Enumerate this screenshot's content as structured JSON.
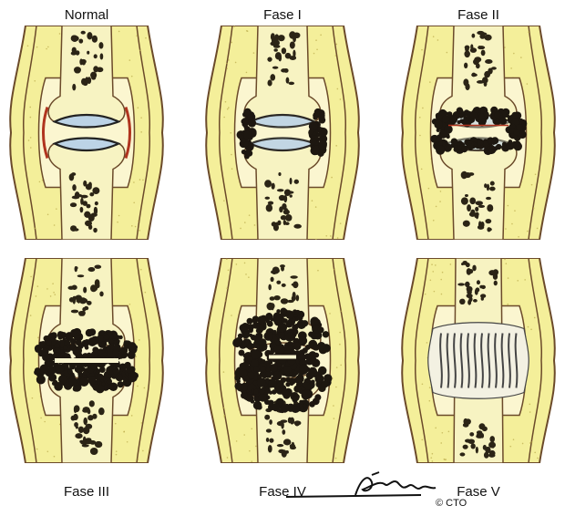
{
  "panels": [
    {
      "id": "normal",
      "label": "Normal",
      "stage": 0
    },
    {
      "id": "fase1",
      "label": "Fase I",
      "stage": 1
    },
    {
      "id": "fase2",
      "label": "Fase II",
      "stage": 2
    },
    {
      "id": "fase3",
      "label": "Fase III",
      "stage": 3
    },
    {
      "id": "fase4",
      "label": "Fase IV",
      "stage": 4
    },
    {
      "id": "fase5",
      "label": "Fase V",
      "stage": 5
    }
  ],
  "copyright": "© CTO",
  "colors": {
    "skin_fill": "#f4ef9a",
    "skin_line": "#6b4a2a",
    "bone_fill": "#f7f3c2",
    "marrow": "#2b2416",
    "cartilage": "#bcd3e6",
    "synovium": "#b0341e",
    "pannus": "#1d1710",
    "fibrous": "#444444"
  }
}
